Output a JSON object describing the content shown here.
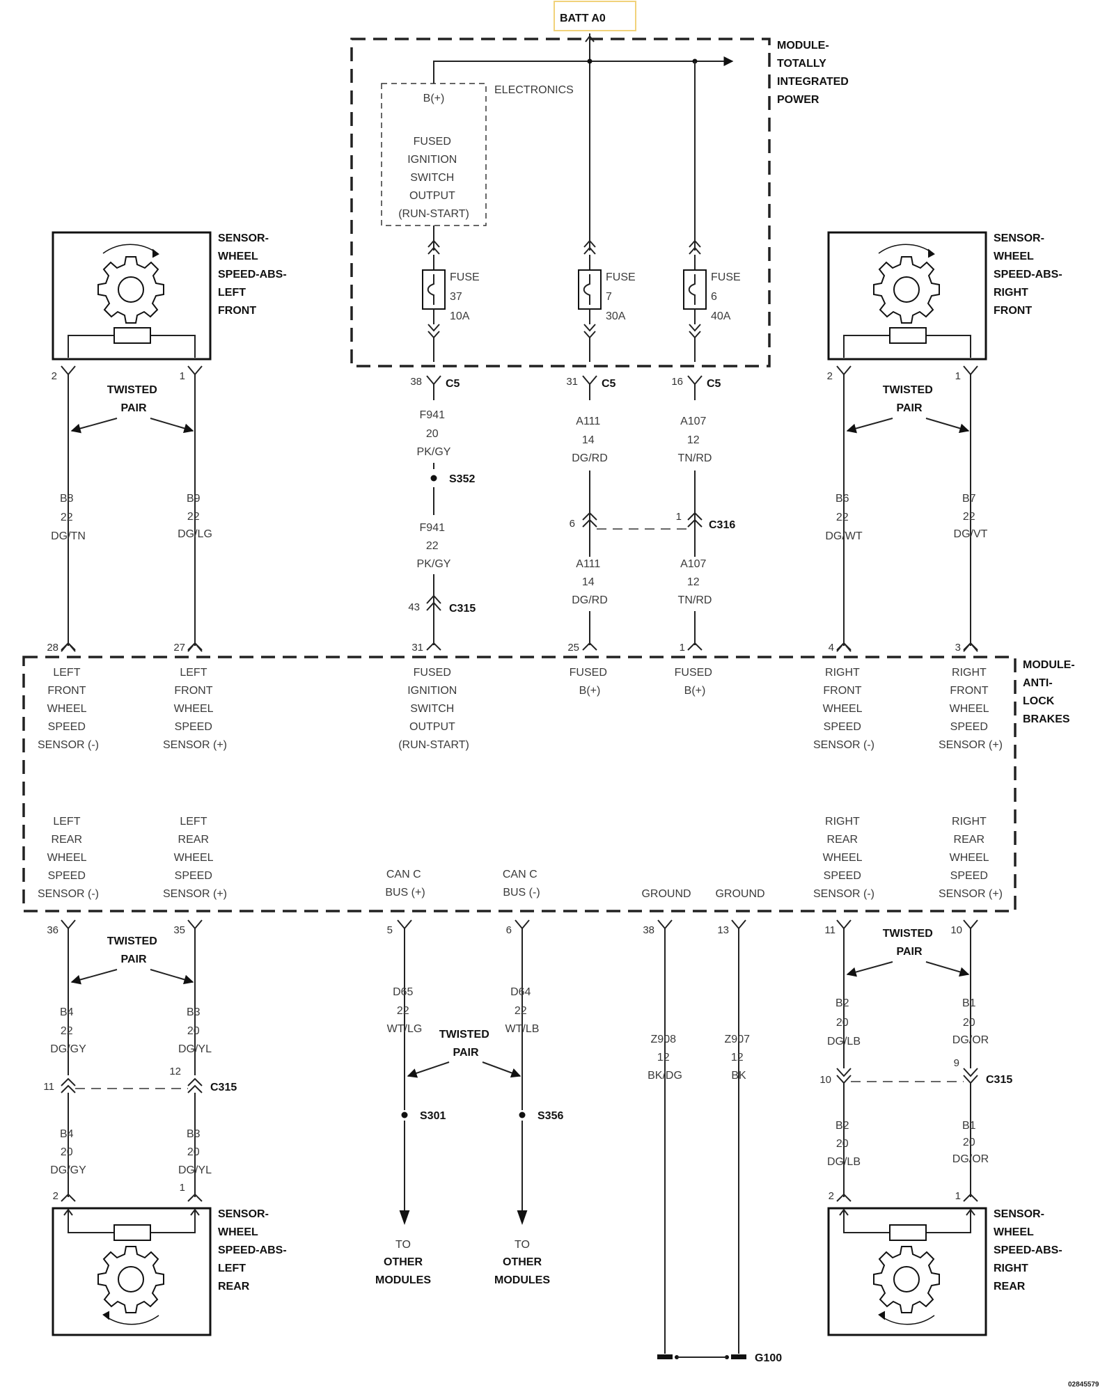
{
  "batt": "BATT A0",
  "tipm": {
    "title": [
      "MODULE-",
      "TOTALLY",
      "INTEGRATED",
      "POWER"
    ],
    "electronics": "ELECTRONICS",
    "bplus": "B(+)",
    "ignition_output": [
      "FUSED",
      "IGNITION",
      "SWITCH",
      "OUTPUT",
      "(RUN-START)"
    ],
    "fuses": [
      {
        "label": "FUSE",
        "number": "37",
        "rating": "10A"
      },
      {
        "label": "FUSE",
        "number": "7",
        "rating": "30A"
      },
      {
        "label": "FUSE",
        "number": "6",
        "rating": "40A"
      }
    ]
  },
  "abs": {
    "title": [
      "MODULE-",
      "ANTI-",
      "LOCK",
      "BRAKES"
    ],
    "top_terms": [
      [
        "LEFT",
        "FRONT",
        "WHEEL",
        "SPEED",
        "SENSOR (-)"
      ],
      [
        "LEFT",
        "FRONT",
        "WHEEL",
        "SPEED",
        "SENSOR (+)"
      ],
      [
        "FUSED",
        "IGNITION",
        "SWITCH",
        "OUTPUT",
        "(RUN-START)"
      ],
      [
        "FUSED",
        "B(+)"
      ],
      [
        "FUSED",
        "B(+)"
      ],
      [
        "RIGHT",
        "FRONT",
        "WHEEL",
        "SPEED",
        "SENSOR (-)"
      ],
      [
        "RIGHT",
        "FRONT",
        "WHEEL",
        "SPEED",
        "SENSOR (+)"
      ]
    ],
    "bottom_terms": [
      [
        "LEFT",
        "REAR",
        "WHEEL",
        "SPEED",
        "SENSOR (-)"
      ],
      [
        "LEFT",
        "REAR",
        "WHEEL",
        "SPEED",
        "SENSOR (+)"
      ],
      [
        "CAN C",
        "BUS (+)"
      ],
      [
        "CAN C",
        "BUS (-)"
      ],
      [
        "GROUND"
      ],
      [
        "GROUND"
      ],
      [
        "RIGHT",
        "REAR",
        "WHEEL",
        "SPEED",
        "SENSOR (-)"
      ],
      [
        "RIGHT",
        "REAR",
        "WHEEL",
        "SPEED",
        "SENSOR (+)"
      ]
    ],
    "top_pins": [
      "28",
      "27",
      "31",
      "25",
      "1",
      "4",
      "3"
    ],
    "bottom_pins": [
      "36",
      "35",
      "5",
      "6",
      "38",
      "13",
      "11",
      "10"
    ]
  },
  "sensors": {
    "left_front": [
      "SENSOR-",
      "WHEEL",
      "SPEED-ABS-",
      "LEFT",
      "FRONT"
    ],
    "right_front": [
      "SENSOR-",
      "WHEEL",
      "SPEED-ABS-",
      "RIGHT",
      "FRONT"
    ],
    "left_rear": [
      "SENSOR-",
      "WHEEL",
      "SPEED-ABS-",
      "LEFT",
      "REAR"
    ],
    "right_rear": [
      "SENSOR-",
      "WHEEL",
      "SPEED-ABS-",
      "RIGHT",
      "REAR"
    ],
    "front_pins": [
      "2",
      "1"
    ],
    "rear_pins": [
      "2",
      "1"
    ]
  },
  "twisted_pair": [
    "TWISTED",
    "PAIR"
  ],
  "connectors": {
    "c5": "C5",
    "c5_pins": [
      "38",
      "31",
      "16"
    ],
    "c316": "C316",
    "c316_pins": [
      "6",
      "1"
    ],
    "c315": "C315",
    "c315_pin_ign": "43",
    "c315_left_pins": [
      "11",
      "12"
    ],
    "c315_right_pins": [
      "10",
      "9"
    ]
  },
  "splices": {
    "s352": "S352",
    "s301": "S301",
    "s356": "S356"
  },
  "wires": {
    "f941_a": [
      "F941",
      "20",
      "PK/GY"
    ],
    "f941_b": [
      "F941",
      "22",
      "PK/GY"
    ],
    "a111_a": [
      "A111",
      "14",
      "DG/RD"
    ],
    "a111_b": [
      "A111",
      "14",
      "DG/RD"
    ],
    "a107_a": [
      "A107",
      "12",
      "TN/RD"
    ],
    "a107_b": [
      "A107",
      "12",
      "TN/RD"
    ],
    "b8": [
      "B8",
      "22",
      "DG/TN"
    ],
    "b9": [
      "B9",
      "22",
      "DG/LG"
    ],
    "b6": [
      "B6",
      "22",
      "DG/WT"
    ],
    "b7": [
      "B7",
      "22",
      "DG/VT"
    ],
    "b4_a": [
      "B4",
      "22",
      "DG/GY"
    ],
    "b3_a": [
      "B3",
      "20",
      "DG/YL"
    ],
    "b4_b": [
      "B4",
      "20",
      "DG/GY"
    ],
    "b3_b": [
      "B3",
      "20",
      "DG/YL"
    ],
    "d65": [
      "D65",
      "22",
      "WT/LG"
    ],
    "d64": [
      "D64",
      "22",
      "WT/LB"
    ],
    "z908": [
      "Z908",
      "12",
      "BK/DG"
    ],
    "z907": [
      "Z907",
      "12",
      "BK"
    ],
    "b2_a": [
      "B2",
      "20",
      "DG/LB"
    ],
    "b1_a": [
      "B1",
      "20",
      "DG/OR"
    ],
    "b2_b": [
      "B2",
      "20",
      "DG/LB"
    ],
    "b1_b": [
      "B1",
      "20",
      "DG/OR"
    ]
  },
  "to_other": [
    "TO",
    "OTHER",
    "MODULES"
  ],
  "ground": "G100",
  "doc_id": "02845579"
}
